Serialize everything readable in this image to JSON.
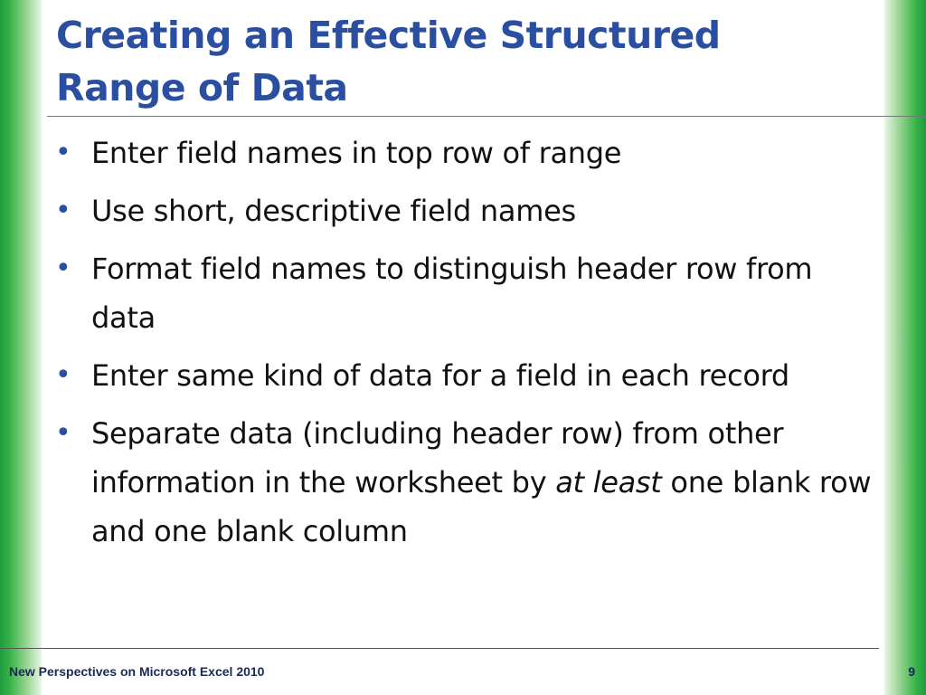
{
  "slide": {
    "title": "Creating an Effective Structured Range of Data",
    "bullets": [
      {
        "text": "Enter field names in top row of range"
      },
      {
        "text": "Use short, descriptive field names"
      },
      {
        "text": "Format field names to distinguish header row from data"
      },
      {
        "text": "Enter same kind of data for a field in each record"
      },
      {
        "text_before": "Separate data (including header row) from other information in the worksheet by ",
        "emphasis": "at least",
        "text_after": " one blank row and one blank column"
      }
    ],
    "bullet_symbol": "•",
    "footer": "New Perspectives on Microsoft Excel 2010",
    "page_number": "9"
  },
  "colors": {
    "title": "#2a4fa0",
    "body_text": "#111111",
    "accent_green": "#39b54a",
    "footer_text": "#1a2a55"
  }
}
